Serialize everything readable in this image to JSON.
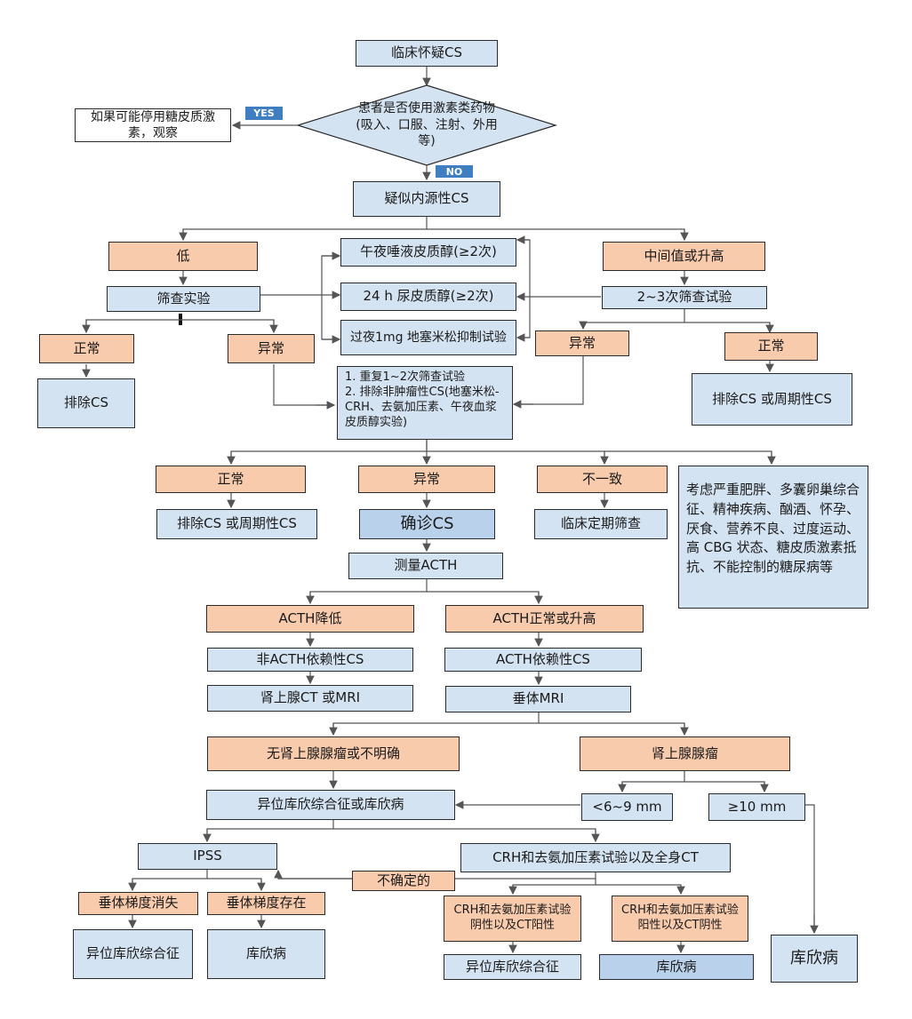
{
  "nodes": {
    "suspect_cs": "临床怀疑CS",
    "steroid_question": "患者是否使用激素类药物(吸入、口服、注射、外用等)",
    "yes_label": "YES",
    "no_label": "NO",
    "stop_steroid": "如果可能停用糖皮质激素，观察",
    "endogenous_cs": "疑似内源性CS",
    "low": "低",
    "intermediate_high": "中间值或升高",
    "screening_test": "筛查实验",
    "screening_2_3": "2~3次筛查试验",
    "test_saliva": "午夜唾液皮质醇(≥2次)",
    "test_urine": "24 h 尿皮质醇(≥2次)",
    "test_dex": "过夜1mg 地塞米松抑制试验",
    "normal_left": "正常",
    "abnormal_left": "异常",
    "abnormal_right": "异常",
    "normal_right": "正常",
    "exclude_cs": "排除CS",
    "exclude_cs_periodic_right": "排除CS 或周期性CS",
    "repeat_tests": "1. 重复1~2次筛查试验\n2. 排除非肿瘤性CS(地塞米松-CRH、去氨加压素、午夜血浆皮质醇实验)",
    "normal_mid": "正常",
    "abnormal_mid": "异常",
    "inconsistent": "不一致",
    "exclude_cs_periodic_mid": "排除CS 或周期性CS",
    "confirm_cs": "确诊CS",
    "periodic_screen": "临床定期筛查",
    "consider": "考虑严重肥胖、多囊卵巢综合征、精神疾病、酗酒、怀孕、厌食、营养不良、过度运动、高 CBG 状态、糖皮质激素抵抗、不能控制的糖尿病等",
    "measure_acth": "测量ACTH",
    "acth_low": "ACTH降低",
    "acth_normal_high": "ACTH正常或升高",
    "non_acth_dependent": "非ACTH依赖性CS",
    "acth_dependent": "ACTH依赖性CS",
    "adrenal_ct_mri": "肾上腺CT 或MRI",
    "pituitary_mri": "垂体MRI",
    "no_adrenal_adenoma": "无肾上腺腺瘤或不明确",
    "adrenal_adenoma": "肾上腺腺瘤",
    "ectopic_or_cushing": "异位库欣综合征或库欣病",
    "lt_6_9": "<6~9 mm",
    "ge_10": "≥10 mm",
    "ipss": "IPSS",
    "crh_ddavp_ct": "CRH和去氨加压素试验以及全身CT",
    "uncertain": "不确定的",
    "gradient_absent": "垂体梯度消失",
    "gradient_present": "垂体梯度存在",
    "crh_neg_ct_pos": "CRH和去氨加压素试验阴性以及CT阳性",
    "crh_pos_ct_neg": "CRH和去氨加压素试验阳性以及CT阴性",
    "ectopic_1": "异位库欣综合征",
    "cushing_1": "库欣病",
    "ectopic_2": "异位库欣综合征",
    "cushing_2": "库欣病",
    "cushing_big": "库欣病"
  },
  "colors": {
    "blue_box": "#d4e3f2",
    "orange_box": "#f8cbad",
    "tag_blue": "#3f7fc1",
    "line": "#555555"
  }
}
